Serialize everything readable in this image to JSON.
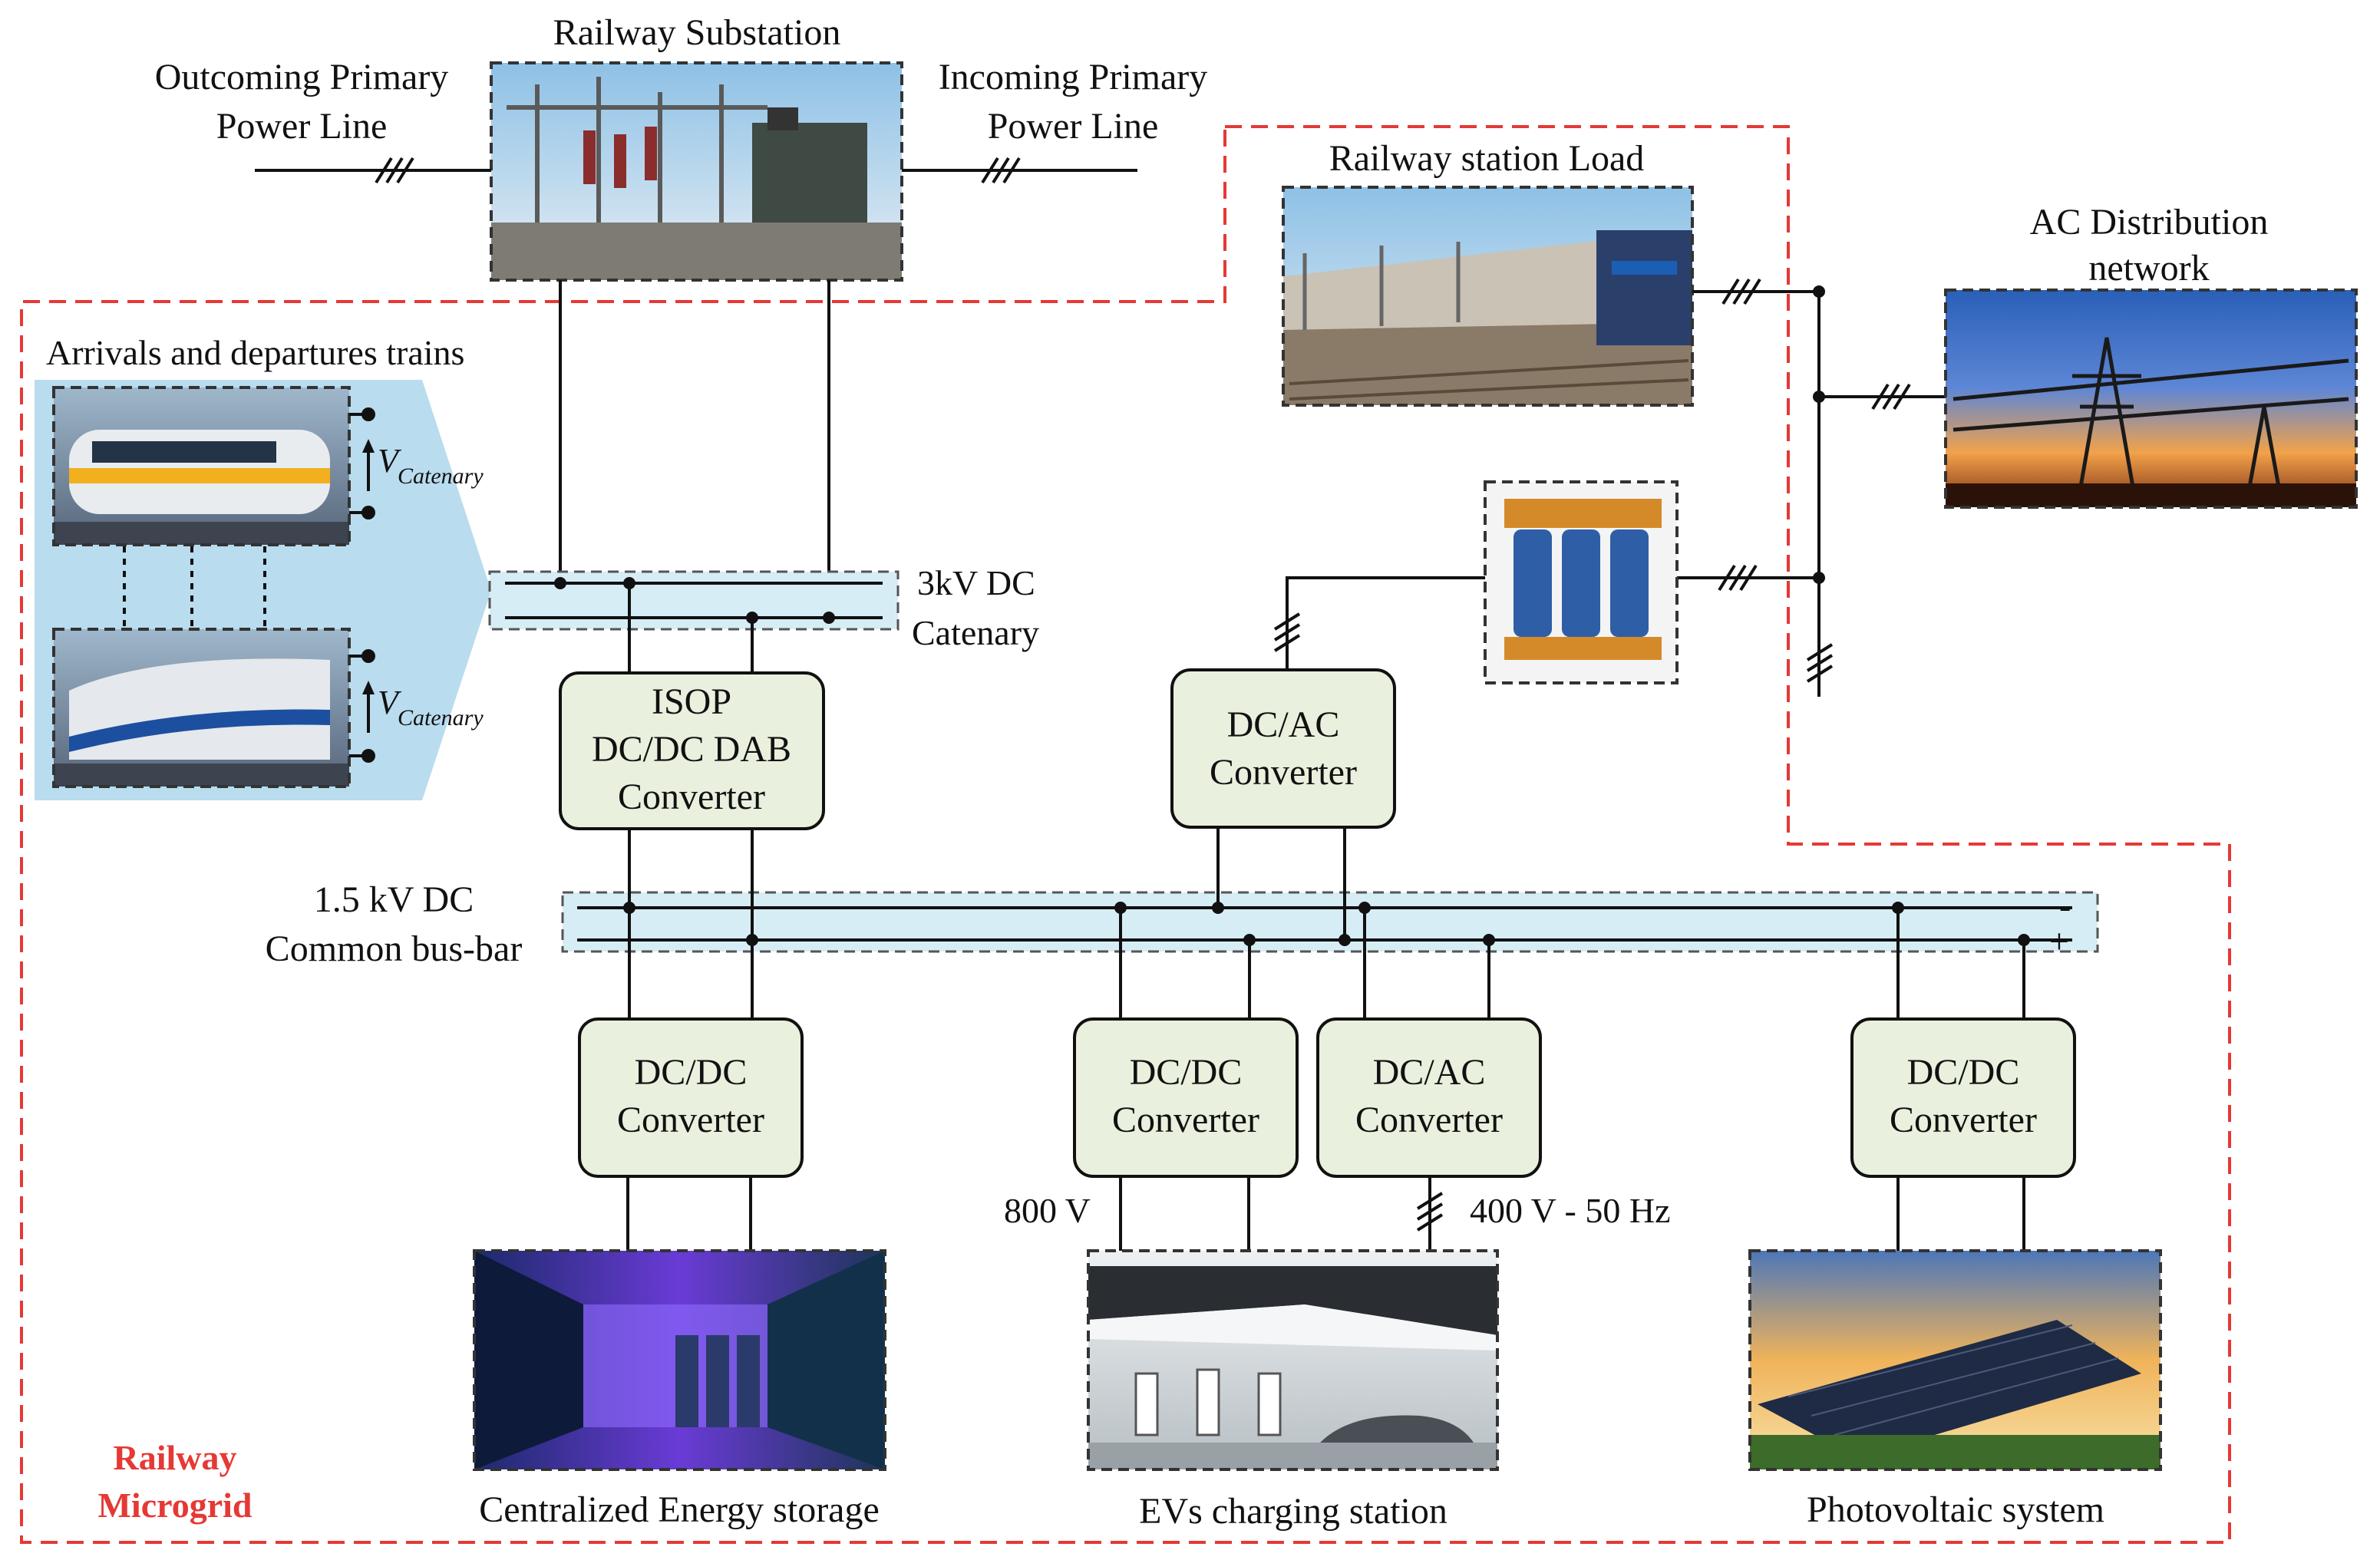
{
  "labels": {
    "railway_substation": "Railway Substation",
    "outcoming_line_1": "Outcoming Primary",
    "outcoming_line_2": "Power Line",
    "incoming_line_1": "Incoming Primary",
    "incoming_line_2": "Power Line",
    "station_load": "Railway station Load",
    "ac_network_1": "AC Distribution",
    "ac_network_2": "network",
    "trains": "Arrivals and departures trains",
    "v_symbol": "V",
    "v_sub": "Catenary",
    "catenary_1": "3kV DC",
    "catenary_2": "Catenary",
    "busbar_1": "1.5 kV DC",
    "busbar_2": "Common bus-bar",
    "bus_minus": "-",
    "bus_plus": "+",
    "v800": "800 V",
    "v400": "400 V - 50 Hz",
    "microgrid_1": "Railway",
    "microgrid_2": "Microgrid"
  },
  "converters": {
    "isop": [
      "ISOP",
      "DC/DC DAB",
      "Converter"
    ],
    "dcac_top": [
      "DC/AC",
      "Converter"
    ],
    "dcdc_storage": [
      "DC/DC",
      "Converter"
    ],
    "dcdc_ev": [
      "DC/DC",
      "Converter"
    ],
    "dcac_ev": [
      "DC/AC",
      "Converter"
    ],
    "dcdc_pv": [
      "DC/DC",
      "Converter"
    ]
  },
  "captions": {
    "storage": "Centralized Energy storage",
    "ev": "EVs charging station",
    "pv": "Photovoltaic system"
  },
  "colors": {
    "converter_fill": "#e9f0dd",
    "bus_fill": "#d6edf5",
    "microgrid_boundary": "#e53935",
    "train_panel": "#b9dcef"
  }
}
